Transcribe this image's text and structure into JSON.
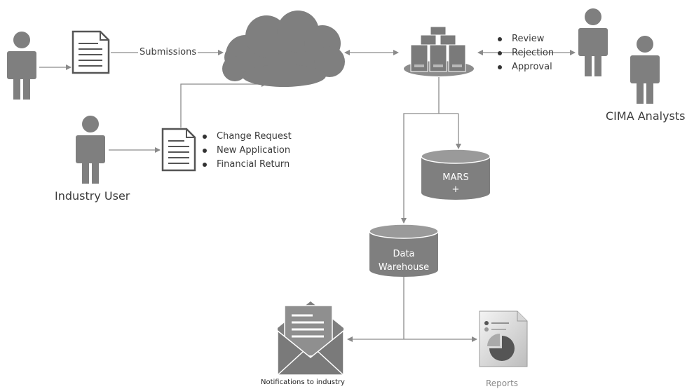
{
  "labels": {
    "submissions": "Submissions",
    "industry_user": "Industry User",
    "cima_analysts": "CIMA Analysts",
    "mars_line1": "MARS",
    "mars_line2": "+",
    "warehouse_line1": "Data",
    "warehouse_line2": "Warehouse",
    "notifications": "Notifications to industry",
    "reports": "Reports"
  },
  "industry_documents": [
    "Change Request",
    "New Application",
    "Financial Return"
  ],
  "analyst_actions": [
    "Review",
    "Rejection",
    "Approval"
  ],
  "colors": {
    "icon_fill": "#7f7f7f",
    "line": "#8c8c8c",
    "doc_border": "#555555",
    "text": "#3c3c3c"
  }
}
